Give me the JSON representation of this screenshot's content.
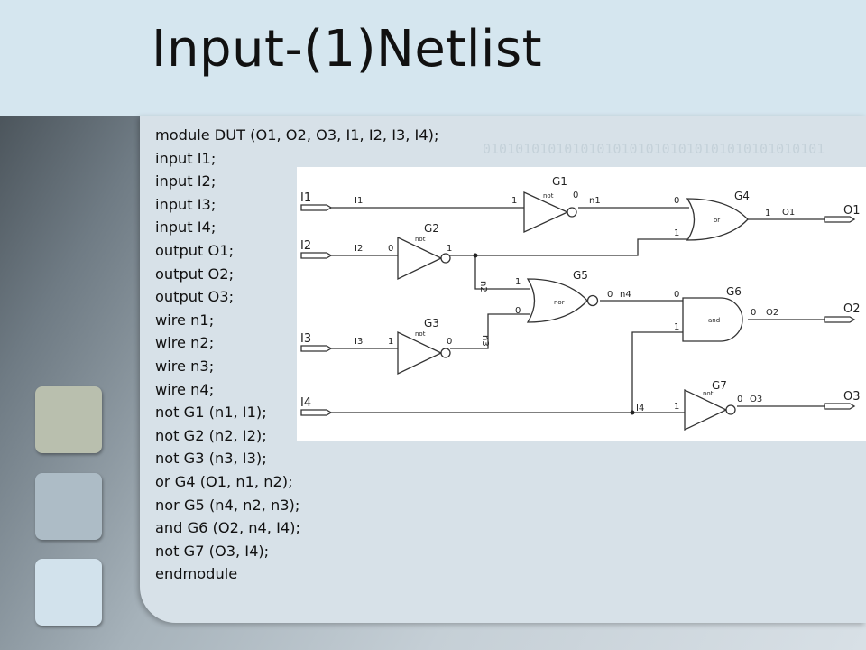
{
  "slide": {
    "title": "Input-(1)Netlist",
    "binary_pattern": "010101010101010101010101010101010101010101"
  },
  "netlist_lines": [
    "module DUT (O1, O2, O3, I1, I2, I3, I4);",
    "input I1;",
    "input I2;",
    "input I3;",
    "input I4;",
    "output O1;",
    "output O2;",
    "output O3;",
    "wire n1;",
    "wire n2;",
    "wire n3;",
    "wire n4;",
    "not G1 (n1, I1);",
    "not G2 (n2, I2);",
    "not G3 (n3, I3);",
    "or G4 (O1, n1, n2);",
    "nor G5 (n4, n2, n3);",
    "and G6 (O2, n4, I4);",
    "not G7 (O3, I4);",
    "endmodule"
  ],
  "diagram": {
    "ports": {
      "I1": "I1",
      "I2": "I2",
      "I3": "I3",
      "I4": "I4",
      "O1": "O1",
      "O2": "O2",
      "O3": "O3"
    },
    "gates": {
      "G1": {
        "name": "G1",
        "type": "not"
      },
      "G2": {
        "name": "G2",
        "type": "not"
      },
      "G3": {
        "name": "G3",
        "type": "not"
      },
      "G4": {
        "name": "G4",
        "type": "or"
      },
      "G5": {
        "name": "G5",
        "type": "nor"
      },
      "G6": {
        "name": "G6",
        "type": "and"
      },
      "G7": {
        "name": "G7",
        "type": "not"
      }
    },
    "wires": {
      "I1": "I1",
      "I2": "I2",
      "I3": "I3",
      "I4": "I4",
      "n1": "n1",
      "n2": "n2",
      "n3": "n3",
      "n4": "n4",
      "O1": "O1",
      "O2": "O2",
      "O3": "O3"
    },
    "pins": {
      "zero": "0",
      "one": "1"
    }
  }
}
